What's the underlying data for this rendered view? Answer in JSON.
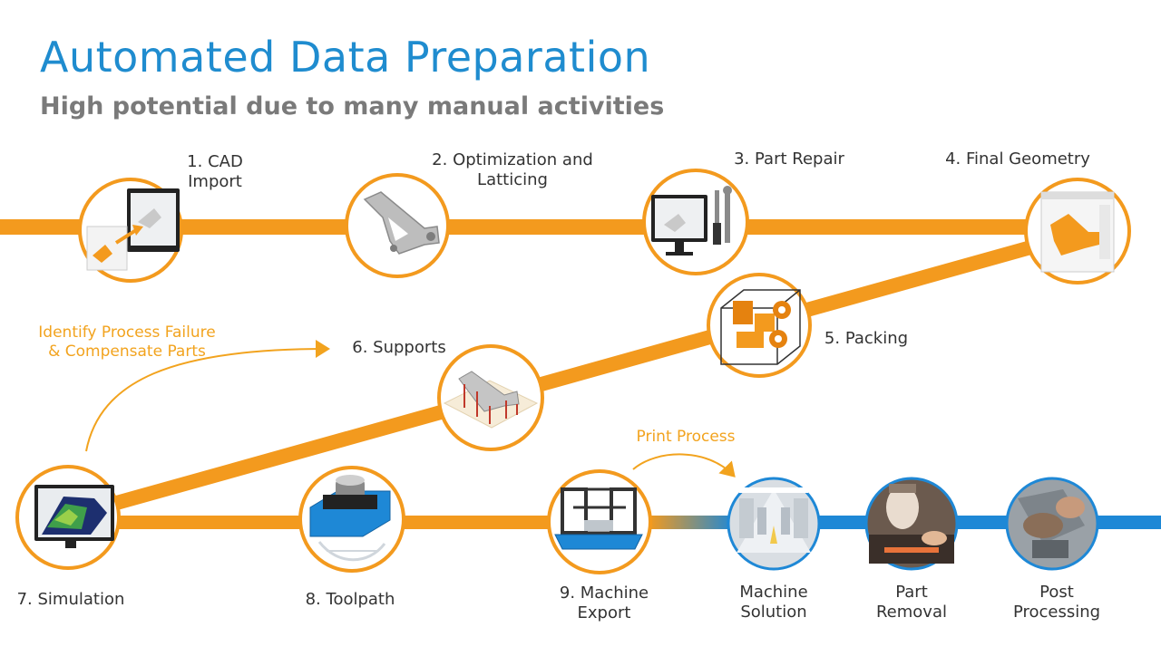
{
  "header": {
    "title": "Automated Data Preparation",
    "subtitle": "High potential due to many manual activities"
  },
  "steps": {
    "cad_import": "1. CAD\nImport",
    "optimization": "2. Optimization and\nLatticing",
    "part_repair": "3. Part Repair",
    "final_geometry": "4. Final Geometry",
    "packing": "5. Packing",
    "supports": "6. Supports",
    "simulation": "7. Simulation",
    "toolpath": "8. Toolpath",
    "machine_export": "9. Machine\nExport",
    "machine_solution": "Machine\nSolution",
    "part_removal": "Part\nRemoval",
    "post_processing": "Post\nProcessing"
  },
  "annotations": {
    "identify_failure": "Identify Process Failure\n& Compensate Parts",
    "print_process": "Print Process"
  },
  "colors": {
    "title_blue": "#1f8ccf",
    "orange": "#f39a1e",
    "blue": "#1e88d6",
    "subtitle_gray": "#7a7a7a"
  }
}
